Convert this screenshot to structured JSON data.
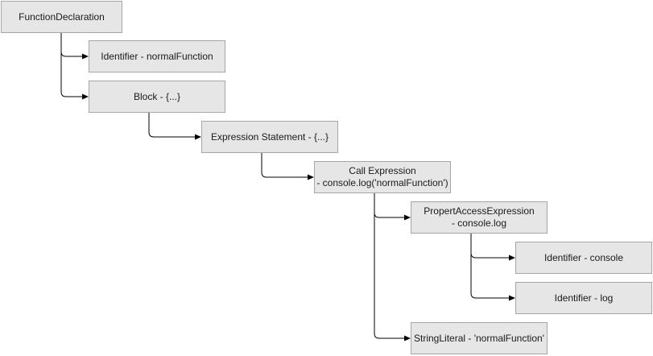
{
  "diagram": {
    "nodes": [
      {
        "id": "function-declaration",
        "lines": [
          "FunctionDeclaration"
        ]
      },
      {
        "id": "identifier-normal-function",
        "lines": [
          "Identifier - normalFunction"
        ]
      },
      {
        "id": "block",
        "lines": [
          "Block - {...}"
        ]
      },
      {
        "id": "expression-statement",
        "lines": [
          "Expression Statement - {...}"
        ]
      },
      {
        "id": "call-expression",
        "lines": [
          "Call Expression",
          "- console.log('normalFunction')"
        ]
      },
      {
        "id": "property-access-expression",
        "lines": [
          "PropertAccessExpression",
          "- console.log"
        ]
      },
      {
        "id": "identifier-console",
        "lines": [
          "Identifier - console"
        ]
      },
      {
        "id": "identifier-log",
        "lines": [
          "Identifier - log"
        ]
      },
      {
        "id": "string-literal",
        "lines": [
          "StringLiteral - 'normalFunction'"
        ]
      }
    ],
    "edges": [
      {
        "from": "function-declaration",
        "to": "identifier-normal-function"
      },
      {
        "from": "function-declaration",
        "to": "block"
      },
      {
        "from": "block",
        "to": "expression-statement"
      },
      {
        "from": "expression-statement",
        "to": "call-expression"
      },
      {
        "from": "call-expression",
        "to": "property-access-expression"
      },
      {
        "from": "call-expression",
        "to": "string-literal"
      },
      {
        "from": "property-access-expression",
        "to": "identifier-console"
      },
      {
        "from": "property-access-expression",
        "to": "identifier-log"
      }
    ]
  }
}
